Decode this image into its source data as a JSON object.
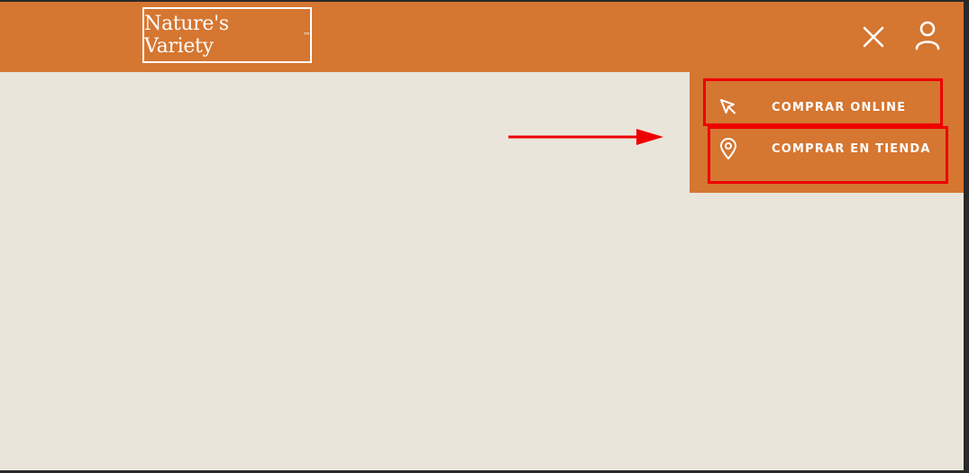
{
  "header": {
    "logo_text": "Nature's Variety",
    "logo_tm": "™",
    "close_icon": "close-icon",
    "user_icon": "user-icon",
    "background_color": "#d57631"
  },
  "dropdown": {
    "items": [
      {
        "label": "COMPRAR ONLINE",
        "icon": "cursor-arrow-icon"
      },
      {
        "label": "COMPRAR EN TIENDA",
        "icon": "location-pin-icon"
      }
    ]
  },
  "annotations": {
    "highlight_color": "#ee0000"
  },
  "page": {
    "background_color": "#e9e5db"
  }
}
